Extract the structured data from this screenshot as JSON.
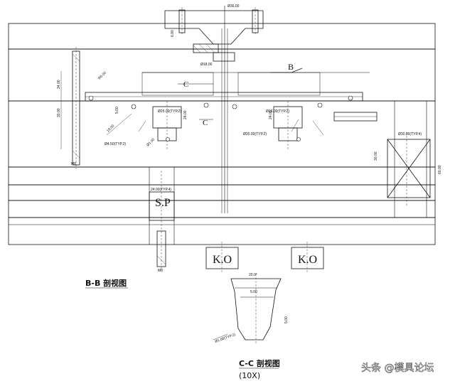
{
  "labels": {
    "sp": "S.P",
    "ko_left": "K.O",
    "ko_right": "K.O",
    "section_b": "B",
    "section_c_top": "C",
    "section_c_bottom": "C"
  },
  "dimensions": {
    "top_dim": "Ø36.00",
    "sprue_len": "6.00",
    "bush_dia": "Ø18.00",
    "left_v1": "34.00",
    "left_v2": "30.00",
    "left_screw": "M8",
    "gate_a": "5.00",
    "runner_a": "Ø25.00(TYP.2)",
    "runner_b": "Ø16.00(TYP.2)",
    "runner_c": "Ø20.00(TYP.2)",
    "angle_a": "R5.00",
    "angle_b": "18.00",
    "tip": "Ø4.50(TYP.2)",
    "vent": "Ø1.00",
    "drop_a": "24.00",
    "drop_b": "24.00",
    "right_box_w": "Ø30.00(TYP.4)",
    "right_box_h": "30.00",
    "right_box_h2": "60.00",
    "sp_dim": "24.00(TYP.4)",
    "sp_screw": "M8",
    "cc_top": "20.0°",
    "cc_mid": "5.00",
    "cc_depth": "5.00",
    "cc_bottom": "Ø1.00(TYP.2)"
  },
  "captions": {
    "bb": "B-B 剖视图",
    "cc": "C-C 剖视图",
    "cc_scale": "(10X)"
  },
  "watermark": "头条 @模具论坛",
  "colors": {
    "line": "#111111",
    "hatch": "#333333",
    "thin": "#555555"
  }
}
